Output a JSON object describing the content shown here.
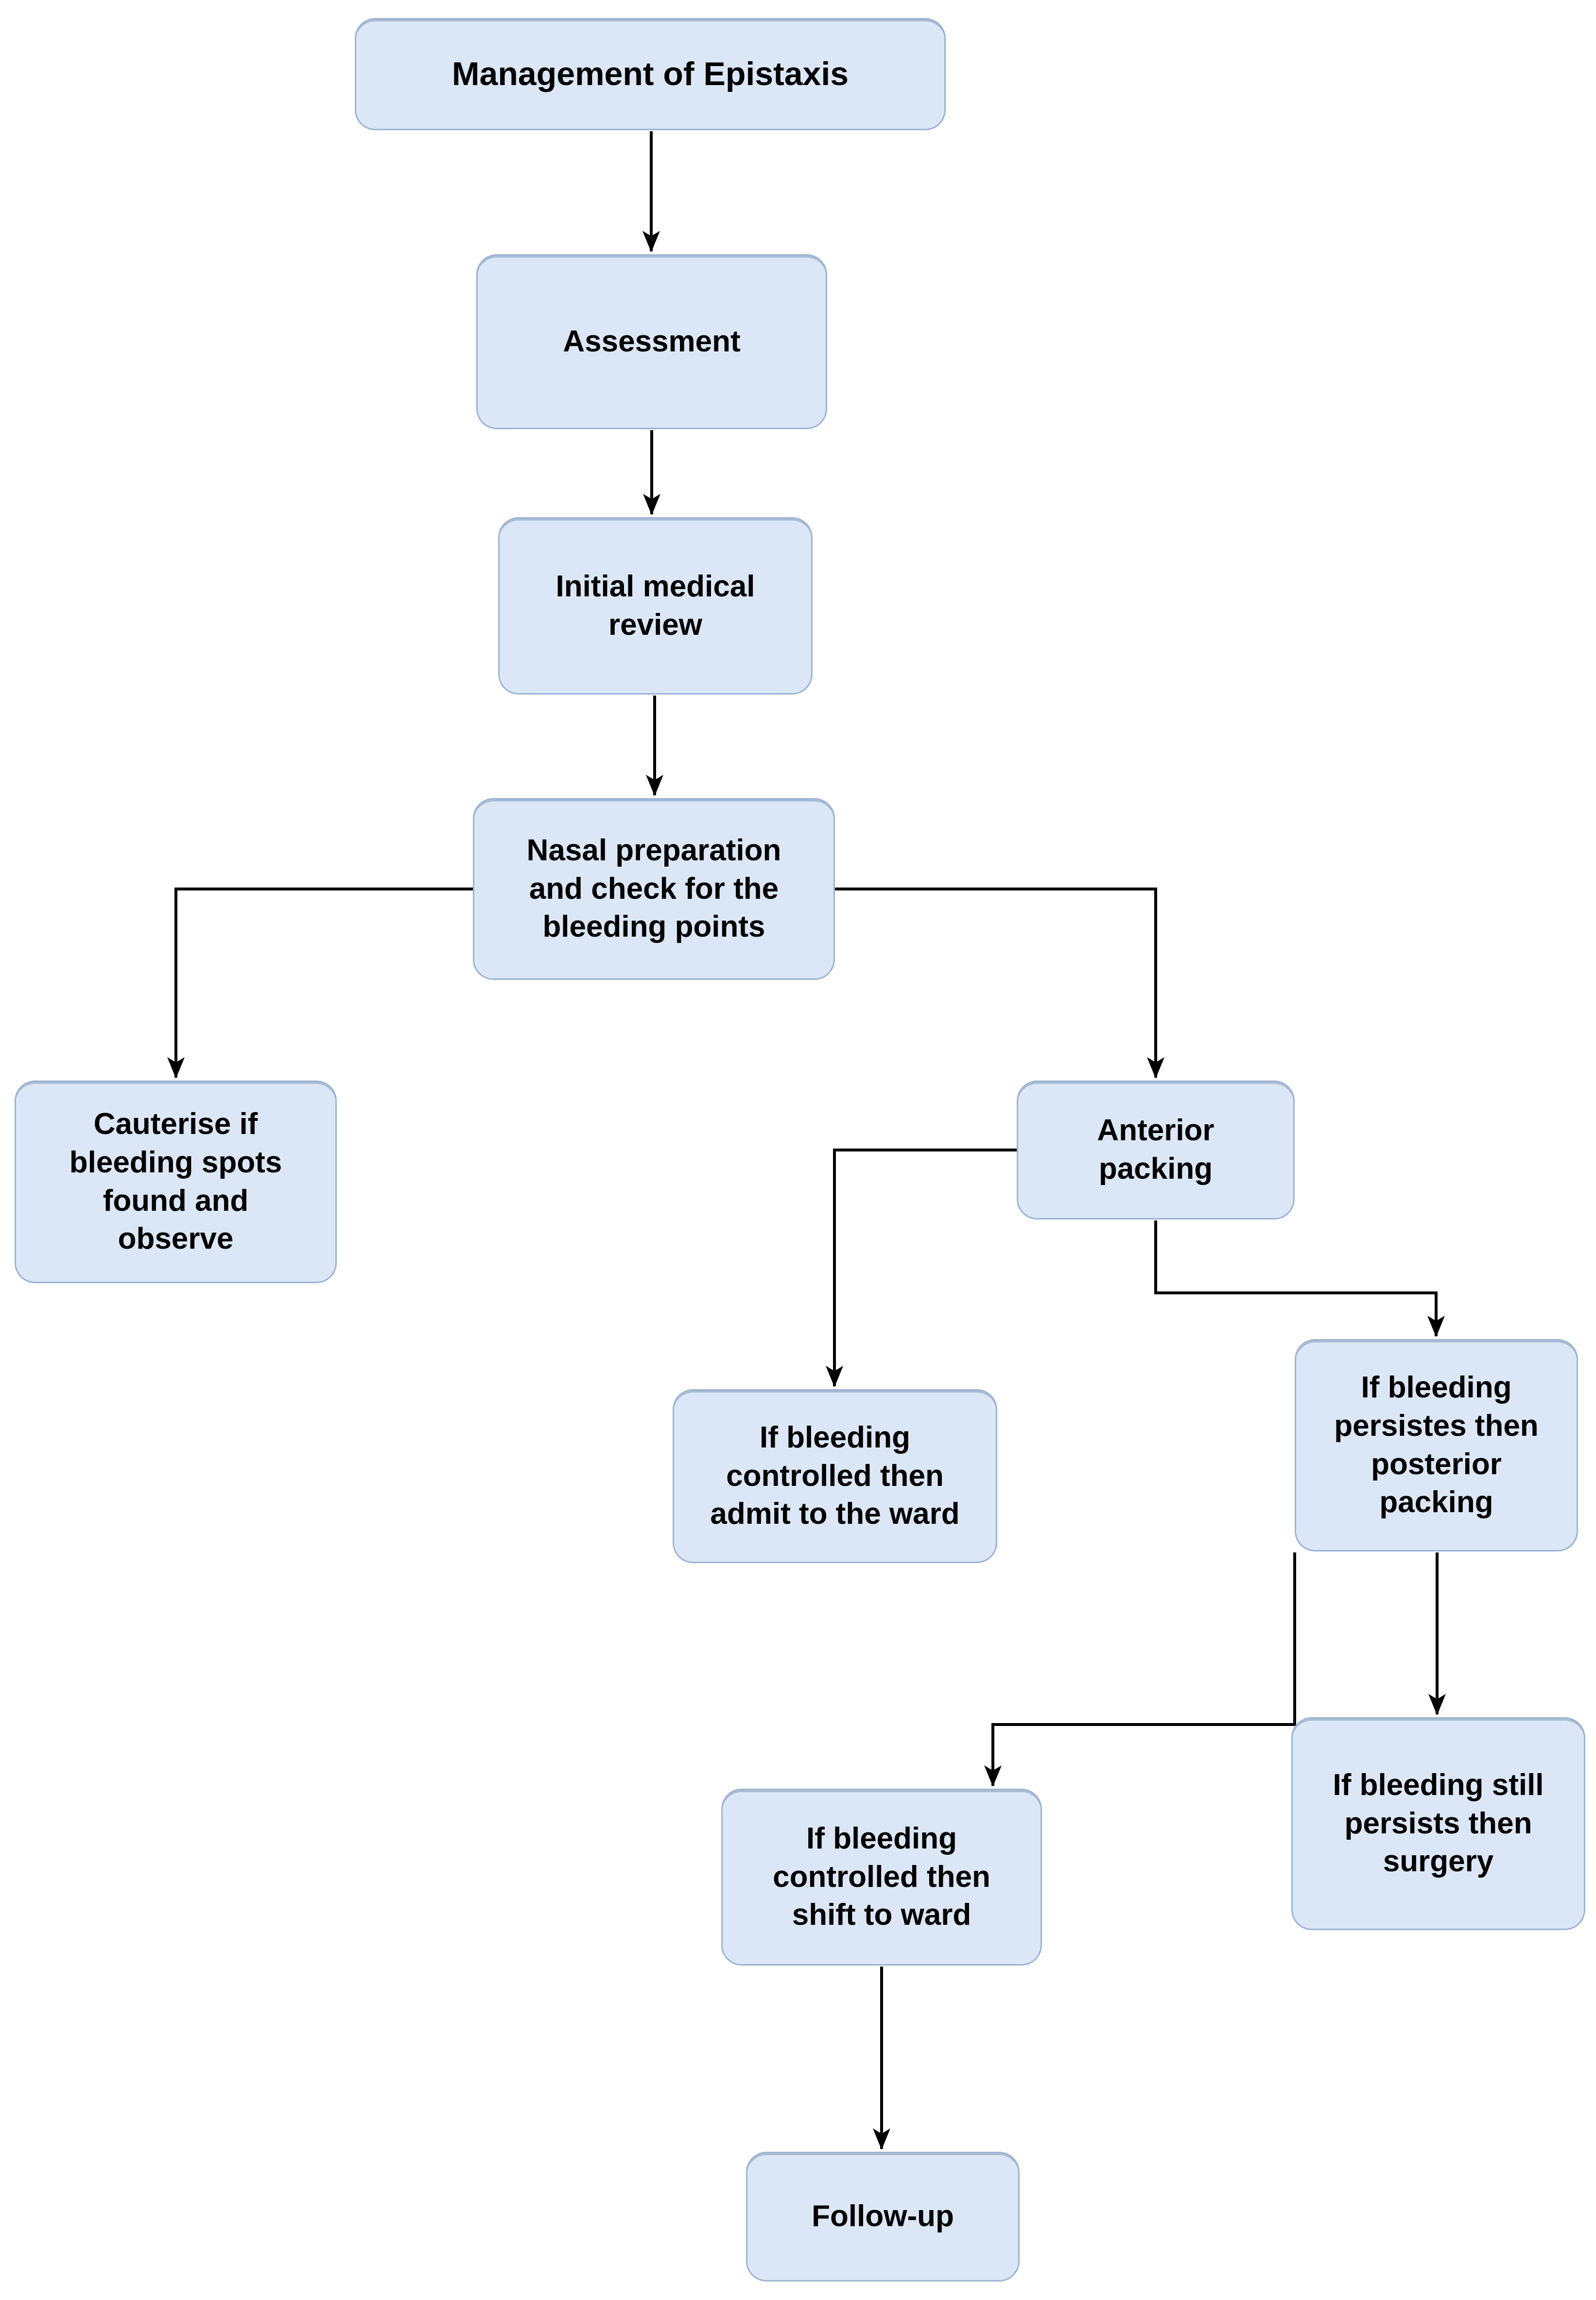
{
  "diagram": {
    "title": "Management of Epistaxis",
    "nodes": [
      {
        "id": "management-of-epistaxis",
        "label": "Management of Epistaxis"
      },
      {
        "id": "assessment",
        "label": "Assessment"
      },
      {
        "id": "initial-medical-review",
        "label": "Initial medical\nreview"
      },
      {
        "id": "nasal-preparation",
        "label": "Nasal preparation\nand check for the\nbleeding points"
      },
      {
        "id": "cauterise-observe",
        "label": "Cauterise if\nbleeding spots\nfound and\nobserve"
      },
      {
        "id": "anterior-packing",
        "label": "Anterior\npacking"
      },
      {
        "id": "bleeding-controlled-admit-ward",
        "label": "If bleeding\ncontrolled then\nadmit to the ward"
      },
      {
        "id": "bleeding-persistes-posterior-packing",
        "label": "If bleeding\npersistes then\nposterior\npacking"
      },
      {
        "id": "bleeding-still-persists-surgery",
        "label": "If bleeding still\npersists then\nsurgery"
      },
      {
        "id": "bleeding-controlled-shift-ward",
        "label": "If bleeding\ncontrolled then\nshift to ward"
      },
      {
        "id": "follow-up",
        "label": "Follow-up"
      }
    ],
    "edges": [
      {
        "from": "management-of-epistaxis",
        "to": "assessment"
      },
      {
        "from": "assessment",
        "to": "initial-medical-review"
      },
      {
        "from": "initial-medical-review",
        "to": "nasal-preparation"
      },
      {
        "from": "nasal-preparation",
        "to": "cauterise-observe"
      },
      {
        "from": "nasal-preparation",
        "to": "anterior-packing"
      },
      {
        "from": "anterior-packing",
        "to": "bleeding-controlled-admit-ward"
      },
      {
        "from": "anterior-packing",
        "to": "bleeding-persistes-posterior-packing"
      },
      {
        "from": "bleeding-persistes-posterior-packing",
        "to": "bleeding-still-persists-surgery"
      },
      {
        "from": "bleeding-persistes-posterior-packing",
        "to": "bleeding-controlled-shift-ward"
      },
      {
        "from": "bleeding-controlled-shift-ward",
        "to": "follow-up"
      }
    ]
  },
  "colors": {
    "background": "#ffffff",
    "node_fill": "#dbe7f6",
    "node_border": "#9cb3d3",
    "text": "#000000",
    "arrow": "#000000"
  }
}
